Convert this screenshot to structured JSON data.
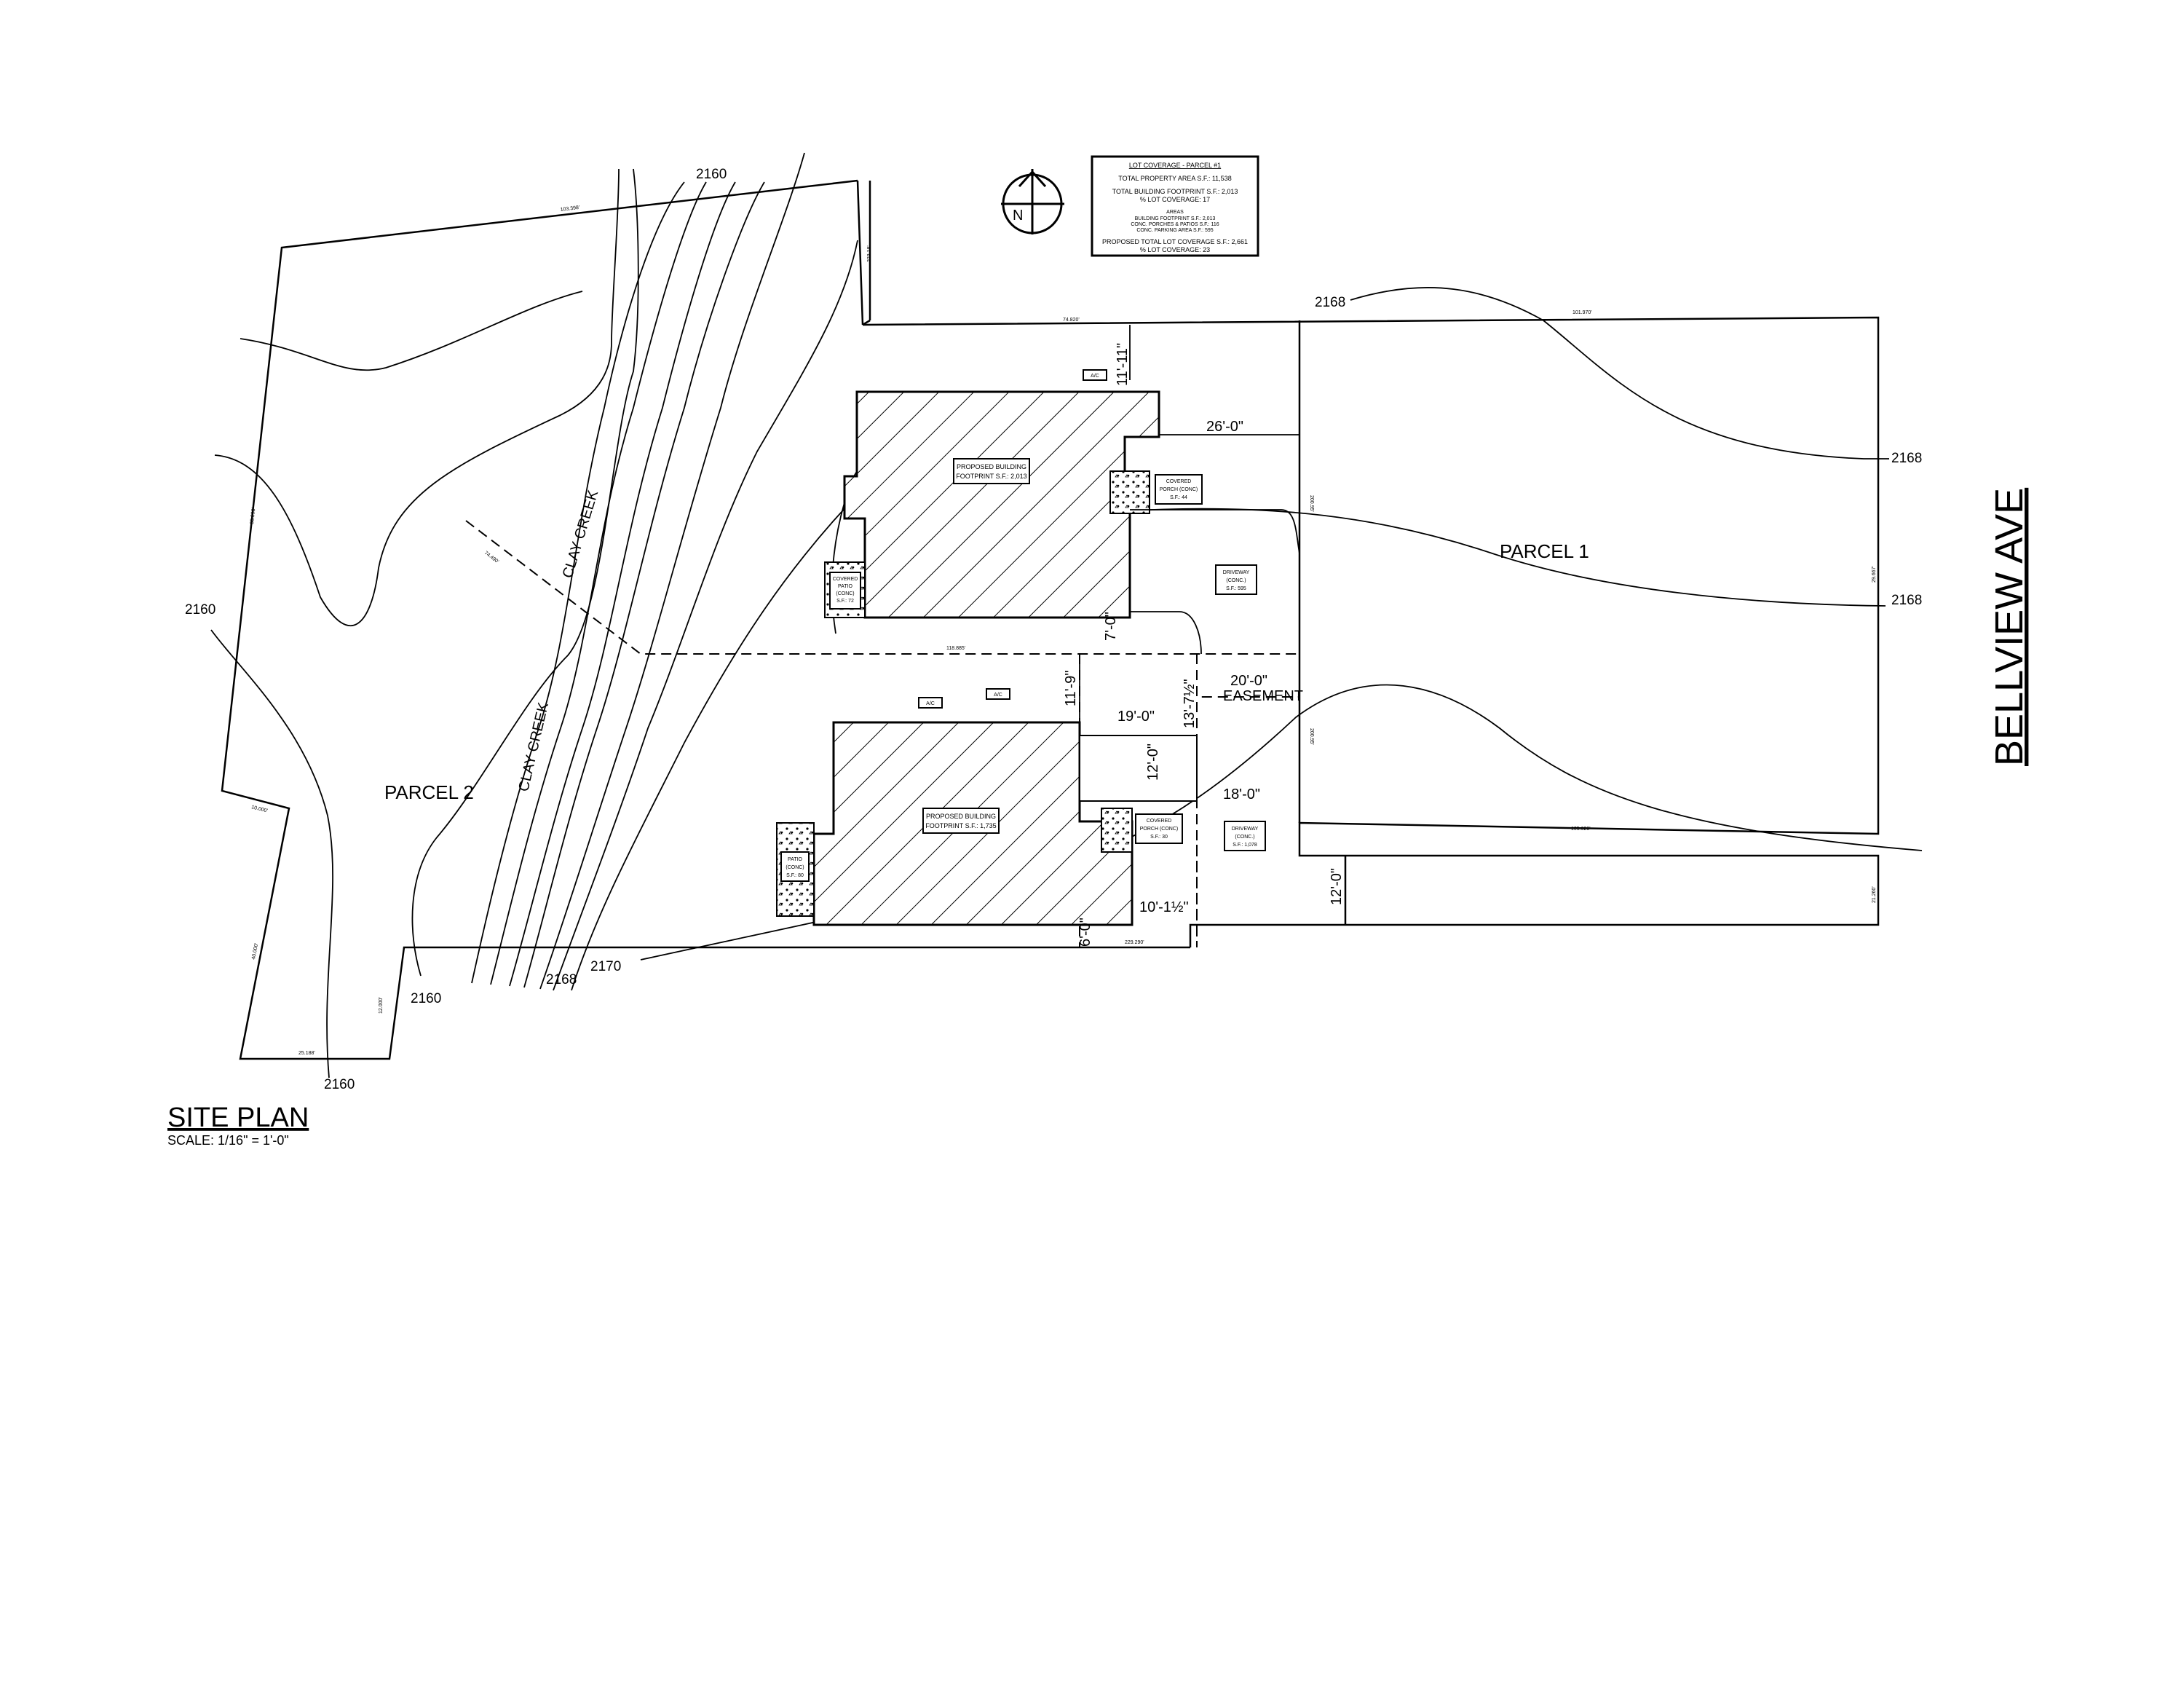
{
  "title": "SITE PLAN",
  "scale": "SCALE: 1/16\" = 1'-0\"",
  "street": "BELLVIEW AVE",
  "north_label": "N",
  "parcels": {
    "p1": "PARCEL 1",
    "p2": "PARCEL 2"
  },
  "creek": {
    "upper": "CLAY CREEK",
    "lower": "CLAY CREEK"
  },
  "easement": "EASEMENT",
  "contours": {
    "c2160_top": "2160",
    "c2160_left": "2160",
    "c2160_bottom_a": "2160",
    "c2160_bottom_b": "2160",
    "c2168_top": "2168",
    "c2168_right_a": "2168",
    "c2168_right_b": "2168",
    "c2168_bottom": "2168",
    "c2170": "2170"
  },
  "dimensions": {
    "d11_11": "11'-11\"",
    "d26_0": "26'-0\"",
    "d7_0": "7'-0\"",
    "d11_9": "11'-9\"",
    "d13_7": "13'-7½\"",
    "d20_0": "20'-0\"",
    "d19_0": "19'-0\"",
    "d12_0a": "12'-0\"",
    "d18_0": "18'-0\"",
    "d12_0b": "12'-0\"",
    "d10_1": "10'-1½\"",
    "d6_0": "6'-0\""
  },
  "boundary_labels": {
    "b1": "103.398'",
    "b2": "74.820'",
    "b3": "101.970'",
    "b4": "223.18'",
    "b5": "35.098'",
    "b6": "74.490'",
    "b7": "118.885'",
    "b8": "105.620'",
    "b9": "200.95'",
    "b10": "200.95'",
    "b11": "29.667'",
    "b12": "10.000'",
    "b13": "12.000'",
    "b14": "40.000'",
    "b15": "25.188'",
    "b16": "229.290'",
    "b17": "21.260'"
  },
  "building_labels": {
    "bldg1": [
      "PROPOSED BUILDING",
      "FOOTPRINT S.F.: 2,013"
    ],
    "bldg2": [
      "PROPOSED BUILDING",
      "FOOTPRINT S.F.: 1,735"
    ],
    "porch1": [
      "COVERED",
      "PORCH (CONC)",
      "S.F.: 44"
    ],
    "patio1": [
      "COVERED",
      "PATIO",
      "(CONC)",
      "S.F.: 72"
    ],
    "drive1": [
      "DRIVEWAY",
      "(CONC.)",
      "S.F.: 595"
    ],
    "porch2": [
      "COVERED",
      "PORCH (CONC)",
      "S.F.: 30"
    ],
    "patio2": [
      "PATIO",
      "(CONC)",
      "S.F.: 80"
    ],
    "drive2": [
      "DRIVEWAY",
      "(CONC.)",
      "S.F.: 1,078"
    ],
    "ac1": "A/C",
    "ac2": "A/C",
    "ac3": "A/C"
  },
  "coverage_table": [
    "LOT COVERAGE - PARCEL #1",
    "TOTAL PROPERTY AREA S.F.: 11,538",
    "TOTAL BUILDING FOOTPRINT S.F.: 2,013",
    "% LOT COVERAGE: 17",
    "AREAS",
    "BUILDING FOOTPRINT S.F.: 2,013",
    "CONC. PORCHES & PATIOS S.F.: 116",
    "CONC. PARKING AREA S.F.: 595",
    "PROPOSED TOTAL LOT COVERAGE S.F.: 2,661",
    "% LOT COVERAGE: 23"
  ]
}
